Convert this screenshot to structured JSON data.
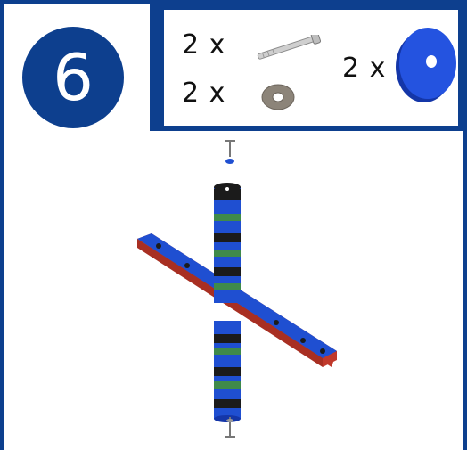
{
  "step": {
    "number": "6"
  },
  "parts": [
    {
      "quantity": "2 x",
      "icon": "screw-icon"
    },
    {
      "quantity": "2 x",
      "icon": "washer-icon"
    },
    {
      "quantity": "2 x",
      "icon": "blue-disc-icon"
    }
  ],
  "colors": {
    "frame_blue": "#0d3f8e",
    "part_blue": "#1f4fd1",
    "stripe_green": "#3f8a4a",
    "stripe_black": "#1b1b1b",
    "beam_red": "#c0392b"
  }
}
